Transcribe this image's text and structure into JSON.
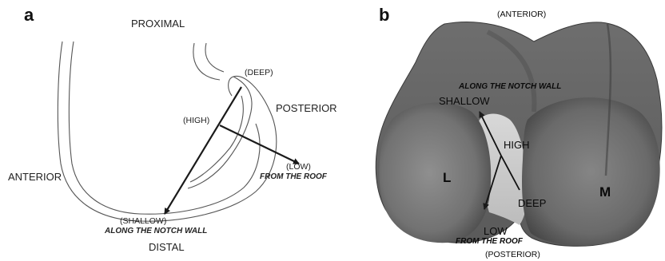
{
  "panel_a": {
    "letter": "a",
    "proximal": "PROXIMAL",
    "distal": "DISTAL",
    "anterior": "ANTERIOR",
    "posterior": "POSTERIOR",
    "deep": "(DEEP)",
    "high": "(HIGH)",
    "low": "(LOW)",
    "shallow": "(SHALLOW)",
    "from_roof": "FROM THE ROOF",
    "along_wall": "ALONG THE NOTCH WALL"
  },
  "panel_b": {
    "letter": "b",
    "anterior": "(ANTERIOR)",
    "posterior": "(POSTERIOR)",
    "along_wall": "ALONG THE NOTCH WALL",
    "shallow": "SHALLOW",
    "high": "HIGH",
    "deep": "DEEP",
    "low": "LOW",
    "from_roof": "FROM THE ROOF",
    "lateral": "L",
    "medial": "M"
  },
  "colors": {
    "line": "#1a1a1a",
    "outline": "#555555",
    "bone_light": "#9a9a9a",
    "bone_dark": "#4a4a4a"
  }
}
